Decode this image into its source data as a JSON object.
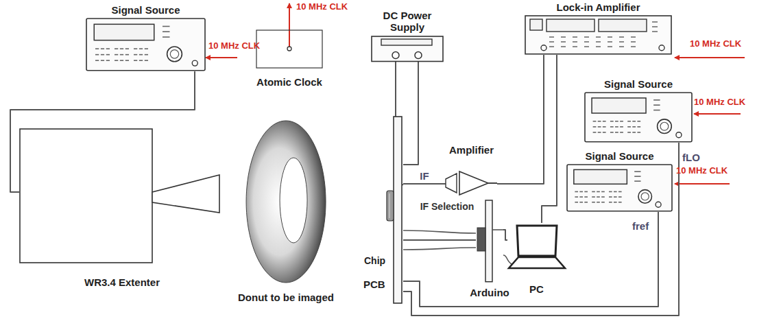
{
  "diagram": {
    "nodes": [
      {
        "text": [
          "Signal Source"
        ]
      },
      {
        "text": [
          "Atomic Clock"
        ]
      },
      {
        "text": [
          "DC Power Supply"
        ]
      },
      {
        "text": [
          "Lock-in Amplifier"
        ]
      },
      {
        "text": [
          "Signal Source"
        ]
      },
      {
        "text": [
          "Signal Source"
        ]
      },
      {
        "text": [
          "WR3.4 Extenter"
        ]
      },
      {
        "text": [
          "Donut to be imaged"
        ]
      },
      {
        "text": [
          "Amplifier"
        ]
      },
      {
        "text": [
          "PCB"
        ]
      },
      {
        "text": [
          "Arduino"
        ]
      },
      {
        "text": [
          "PC"
        ]
      }
    ],
    "edges": [
      {
        "from": 0,
        "to": 6,
        "arrow": "none"
      },
      {
        "from": 2,
        "to": 9,
        "arrow": "none"
      },
      {
        "from": 9,
        "to": 8,
        "label": "IF",
        "arrow": "none"
      },
      {
        "from": 8,
        "to": 3,
        "arrow": "none"
      },
      {
        "from": 3,
        "to": 11,
        "arrow": "none"
      },
      {
        "from": 4,
        "to": 9,
        "arrow": "none"
      },
      {
        "from": 5,
        "to": 9,
        "arrow": "none"
      },
      {
        "from": 9,
        "to": 10,
        "arrow": "none"
      },
      {
        "from": 10,
        "to": 11,
        "arrow": "none"
      }
    ],
    "labels": [
      "10 MHz CLK",
      "10 MHz CLK",
      "10 MHz CLK",
      "10 MHz CLK",
      "10 MHz CLK",
      "fLO",
      "fref",
      "IF Selection",
      "Chip"
    ]
  }
}
